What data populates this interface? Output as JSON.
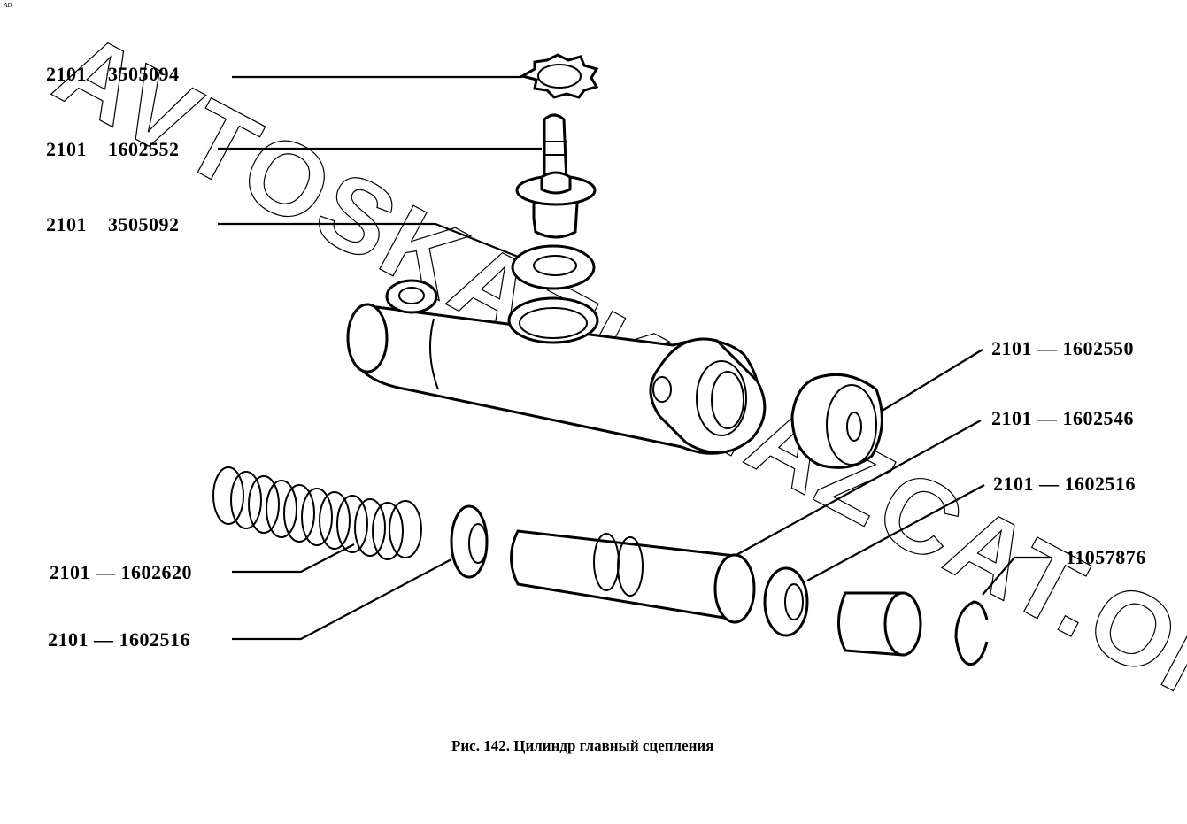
{
  "corner_mark": "AD",
  "watermark": "AVTOSKAZKA.AZCAT.ONLINE",
  "caption": "Рис. 142. Цилиндр главный сцепления",
  "callouts": [
    {
      "prefix": "2101",
      "number": "3505094",
      "text": "2101    3505094"
    },
    {
      "prefix": "2101",
      "number": "1602552",
      "text": "2101    1602552"
    },
    {
      "prefix": "2101",
      "number": "3505092",
      "text": "2101    3505092"
    },
    {
      "text": "2101 — 1602550"
    },
    {
      "text": "2101 — 1602546"
    },
    {
      "text": "2101 — 1602516"
    },
    {
      "text": "11057876"
    },
    {
      "text": "2101 — 1602620"
    },
    {
      "text": "2101 — 1602516"
    }
  ]
}
